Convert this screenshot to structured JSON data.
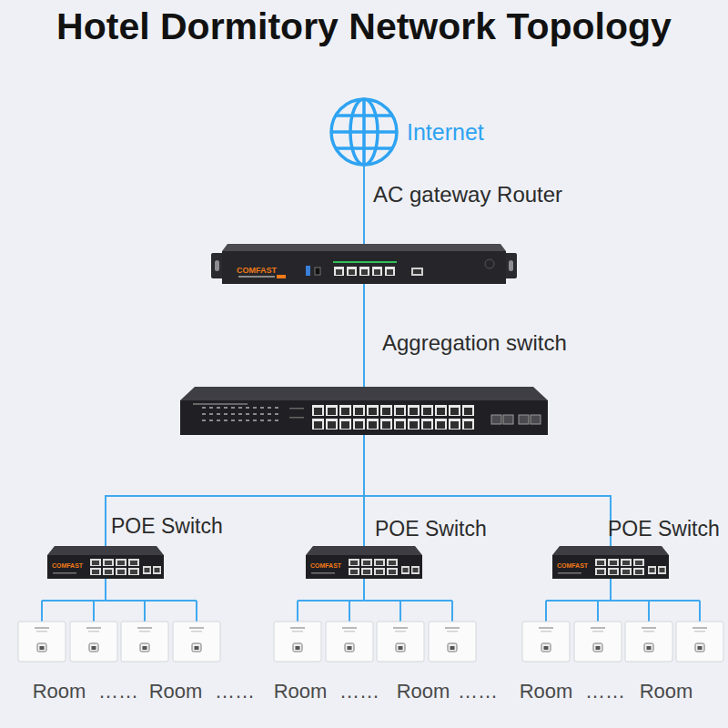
{
  "diagram": {
    "title": "Hotel Dormitory Network Topology",
    "nodes": [
      {
        "text": [
          "Internet"
        ]
      },
      {
        "text": [
          "AC gateway Router"
        ]
      },
      {
        "text": [
          "Aggregation switch"
        ]
      },
      {
        "text": [
          "POE Switch"
        ]
      },
      {
        "text": [
          "POE Switch"
        ]
      },
      {
        "text": [
          "POE Switch"
        ]
      }
    ],
    "edges": [
      {
        "from": 0,
        "to": 1,
        "arrow": "none"
      },
      {
        "from": 1,
        "to": 2,
        "arrow": "none"
      },
      {
        "from": 2,
        "to": 3,
        "arrow": "none"
      },
      {
        "from": 2,
        "to": 4,
        "arrow": "none"
      },
      {
        "from": 2,
        "to": 5,
        "arrow": "none"
      }
    ],
    "labels": [
      "COMFAST",
      "COMFAST",
      "COMFAST",
      "COMFAST",
      "Room",
      "……",
      "Room",
      "……",
      "Room",
      "……",
      "Room",
      "……",
      "Room",
      "……",
      "Room"
    ]
  }
}
